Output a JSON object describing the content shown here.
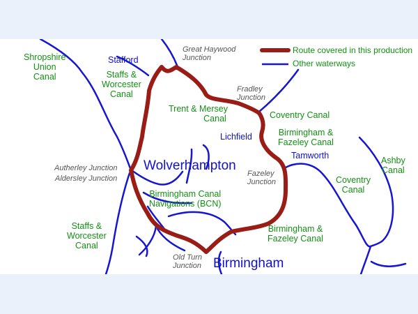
{
  "legend": {
    "route": "Route covered in this production",
    "other": "Other waterways",
    "route_color": "#9a1c16",
    "other_color": "#1616d2"
  },
  "towns": {
    "stafford": "Stafford",
    "lichfield": "Lichfield",
    "tamworth": "Tamworth",
    "wolverhampton": "Wolverhampton",
    "birmingham": "Birmingham"
  },
  "canals": {
    "shropshire_union": [
      "Shropshire",
      "Union",
      "Canal"
    ],
    "staffs_worcester_north": [
      "Staffs &",
      "Worcester",
      "Canal"
    ],
    "trent_mersey": [
      "Trent & Mersey",
      "Canal"
    ],
    "coventry_north": "Coventry Canal",
    "birmingham_fazeley_north": [
      "Birmingham &",
      "Fazeley Canal"
    ],
    "ashby": [
      "Ashby",
      "Canal"
    ],
    "coventry_south": [
      "Coventry",
      "Canal"
    ],
    "bcn": [
      "Birmingham Canal",
      "Navigations (BCN)"
    ],
    "staffs_worcester_south": [
      "Staffs &",
      "Worcester",
      "Canal"
    ],
    "birmingham_fazeley_south": [
      "Birmingham &",
      "Fazeley Canal"
    ]
  },
  "junctions": {
    "great_haywood": [
      "Great Haywood",
      "Junction"
    ],
    "fradley": [
      "Fradley",
      "Junction"
    ],
    "autherley": "Autherley Junction",
    "aldersley": "Aldersley Junction",
    "fazeley": [
      "Fazeley",
      "Junction"
    ],
    "old_turn": [
      "Old Turn",
      "Junction"
    ]
  }
}
